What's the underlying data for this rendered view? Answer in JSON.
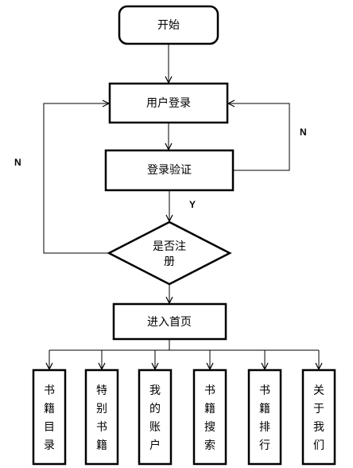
{
  "nodes": {
    "start": "开始",
    "login": "用户登录",
    "verify": "登录验证",
    "decision_line1": "是否注",
    "decision_line2": "册",
    "home": "进入首页"
  },
  "edge_labels": {
    "verify_fail": "N",
    "verify_ok": "Y",
    "not_registered": "N"
  },
  "menu": [
    {
      "label": "书籍目录",
      "chars": [
        "书",
        "籍",
        "目",
        "录"
      ]
    },
    {
      "label": "特别书籍",
      "chars": [
        "特",
        "别",
        "书",
        "籍"
      ]
    },
    {
      "label": "我的账户",
      "chars": [
        "我",
        "的",
        "账",
        "户"
      ]
    },
    {
      "label": "书籍搜索",
      "chars": [
        "书",
        "籍",
        "搜",
        "索"
      ]
    },
    {
      "label": "书籍排行",
      "chars": [
        "书",
        "籍",
        "排",
        "行"
      ]
    },
    {
      "label": "关于我们",
      "chars": [
        "关",
        "于",
        "我",
        "们"
      ]
    }
  ]
}
